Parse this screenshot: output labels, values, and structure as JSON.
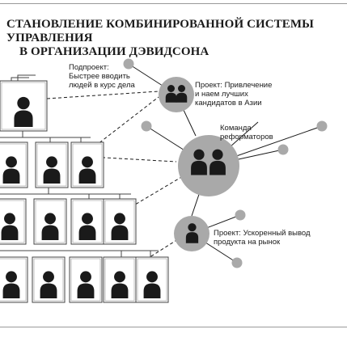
{
  "title": {
    "line1": "СТАНОВЛЕНИЕ КОМБИНИРОВАННОЙ СИСТЕМЫ УПРАВЛЕНИЯ",
    "line2": "В ОРГАНИЗАЦИИ ДЭВИДСОНА"
  },
  "labels": {
    "subproject": "Подпроект:\nБыстрее вводить\nлюдей в курс дела",
    "project_recruit": "Проект: Привлечение\nи наем лучших\nкандидатов в Азии",
    "reform_team": "Команда\nреформаторов",
    "project_product": "Проект: Ускоренный вывод\nпродукта на рынок"
  },
  "colors": {
    "ink": "#1a1a1a",
    "grey_node": "#a9a9a9",
    "frame": "#444444"
  }
}
